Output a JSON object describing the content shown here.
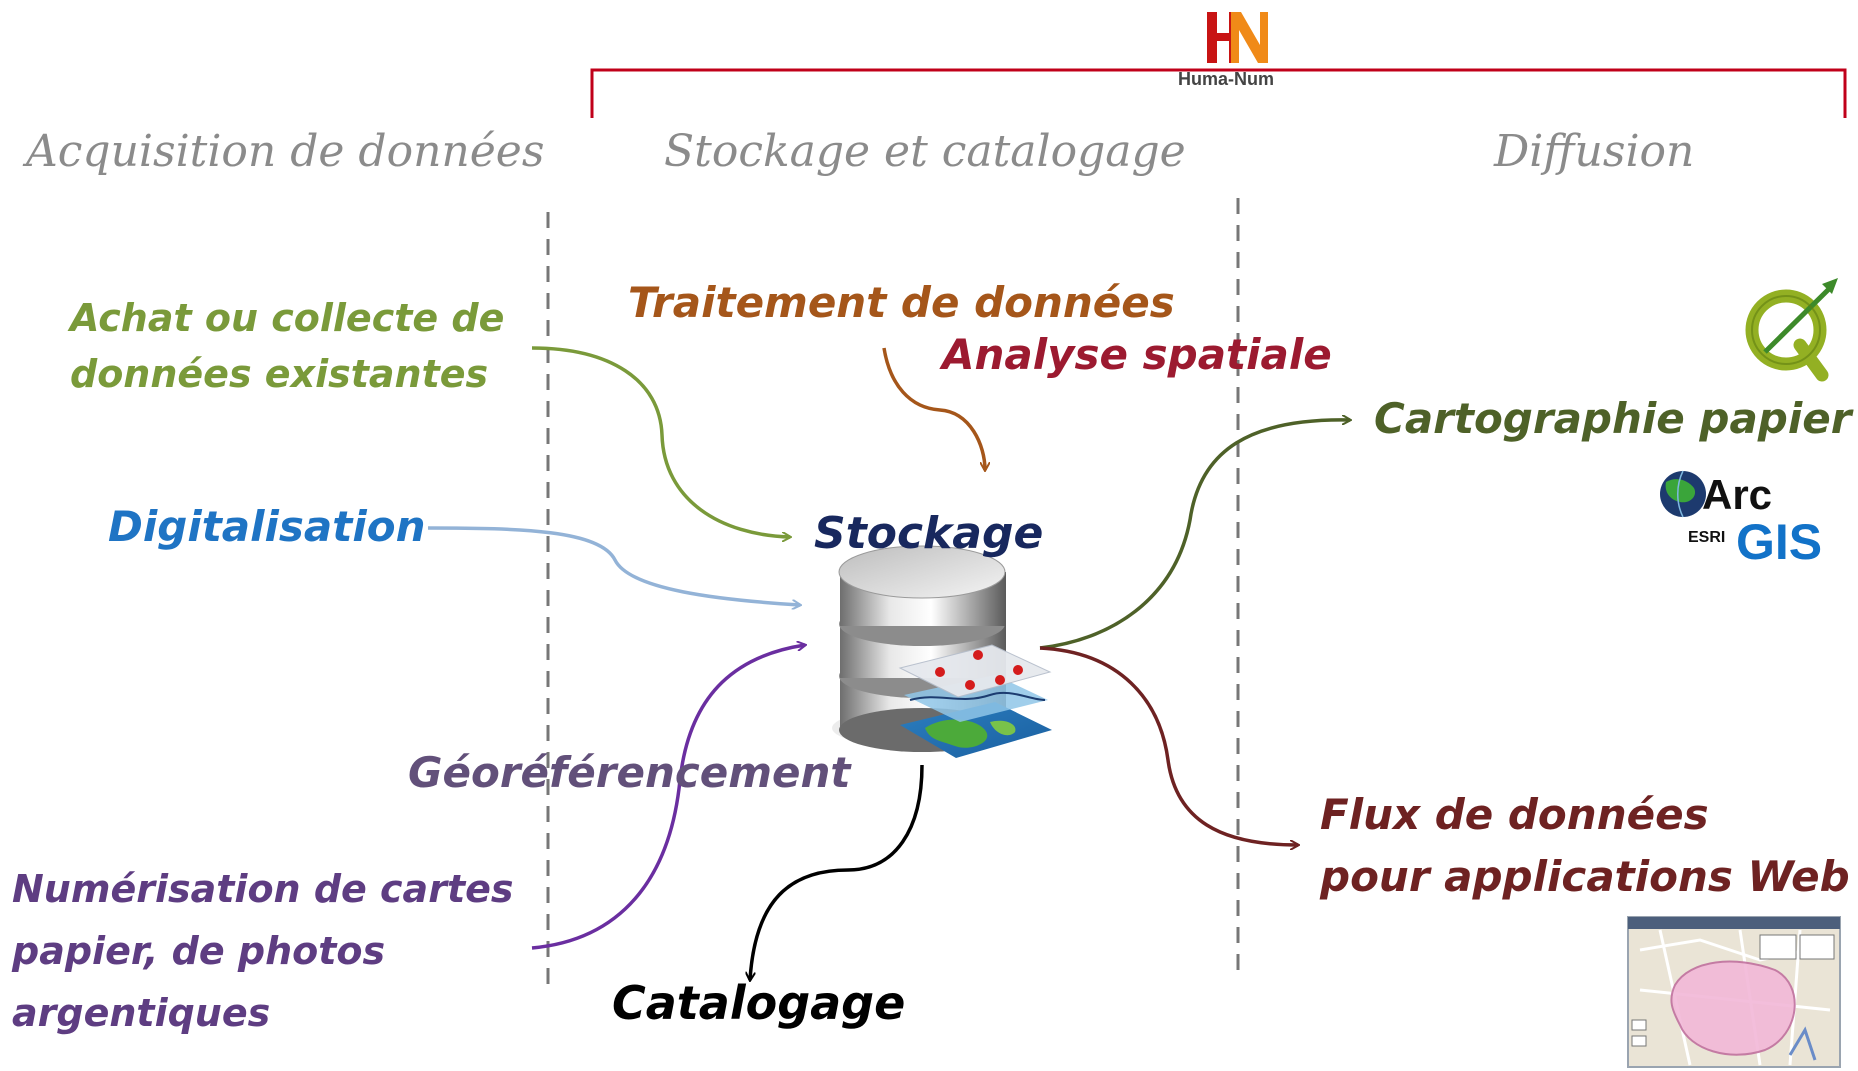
{
  "header": {
    "logo_text": "Huma-Num",
    "logo_initials": "HN"
  },
  "phases": {
    "acquisition": "Acquisition de données",
    "stockage": "Stockage et catalogage",
    "diffusion": "Diffusion"
  },
  "inputs": {
    "achat": [
      "Achat ou collecte de",
      "données existantes"
    ],
    "digitalisation": "Digitalisation",
    "georeferencement": "Géoréférencement",
    "numerisation": [
      "Numérisation de cartes",
      "papier, de photos",
      "argentiques"
    ]
  },
  "processing": {
    "traitement": "Traitement de données",
    "analyse": "Analyse spatiale"
  },
  "center": {
    "stockage": "Stockage",
    "catalogage": "Catalogage"
  },
  "outputs": {
    "cartographie": "Cartographie papier",
    "flux": [
      "Flux de données",
      "pour applications Web"
    ]
  },
  "logos": {
    "arcgis_arc": "Arc",
    "arcgis_gis": "GIS",
    "arcgis_esri": "ESRI"
  },
  "colors": {
    "bracket": "#c0001a",
    "divider": "#777777",
    "achat": "#7a9a3a",
    "digitalisation": "#1f74c4",
    "digitalisation_arrow": "#93b3d7",
    "georeferencement": "#62507a",
    "numerisation_arrow": "#6a2ea0",
    "traitement": "#a5561a",
    "analyse": "#9c1a30",
    "stockage": "#18285e",
    "catalogage": "#000000",
    "cartographie": "#4e6128",
    "flux": "#6e2222"
  }
}
